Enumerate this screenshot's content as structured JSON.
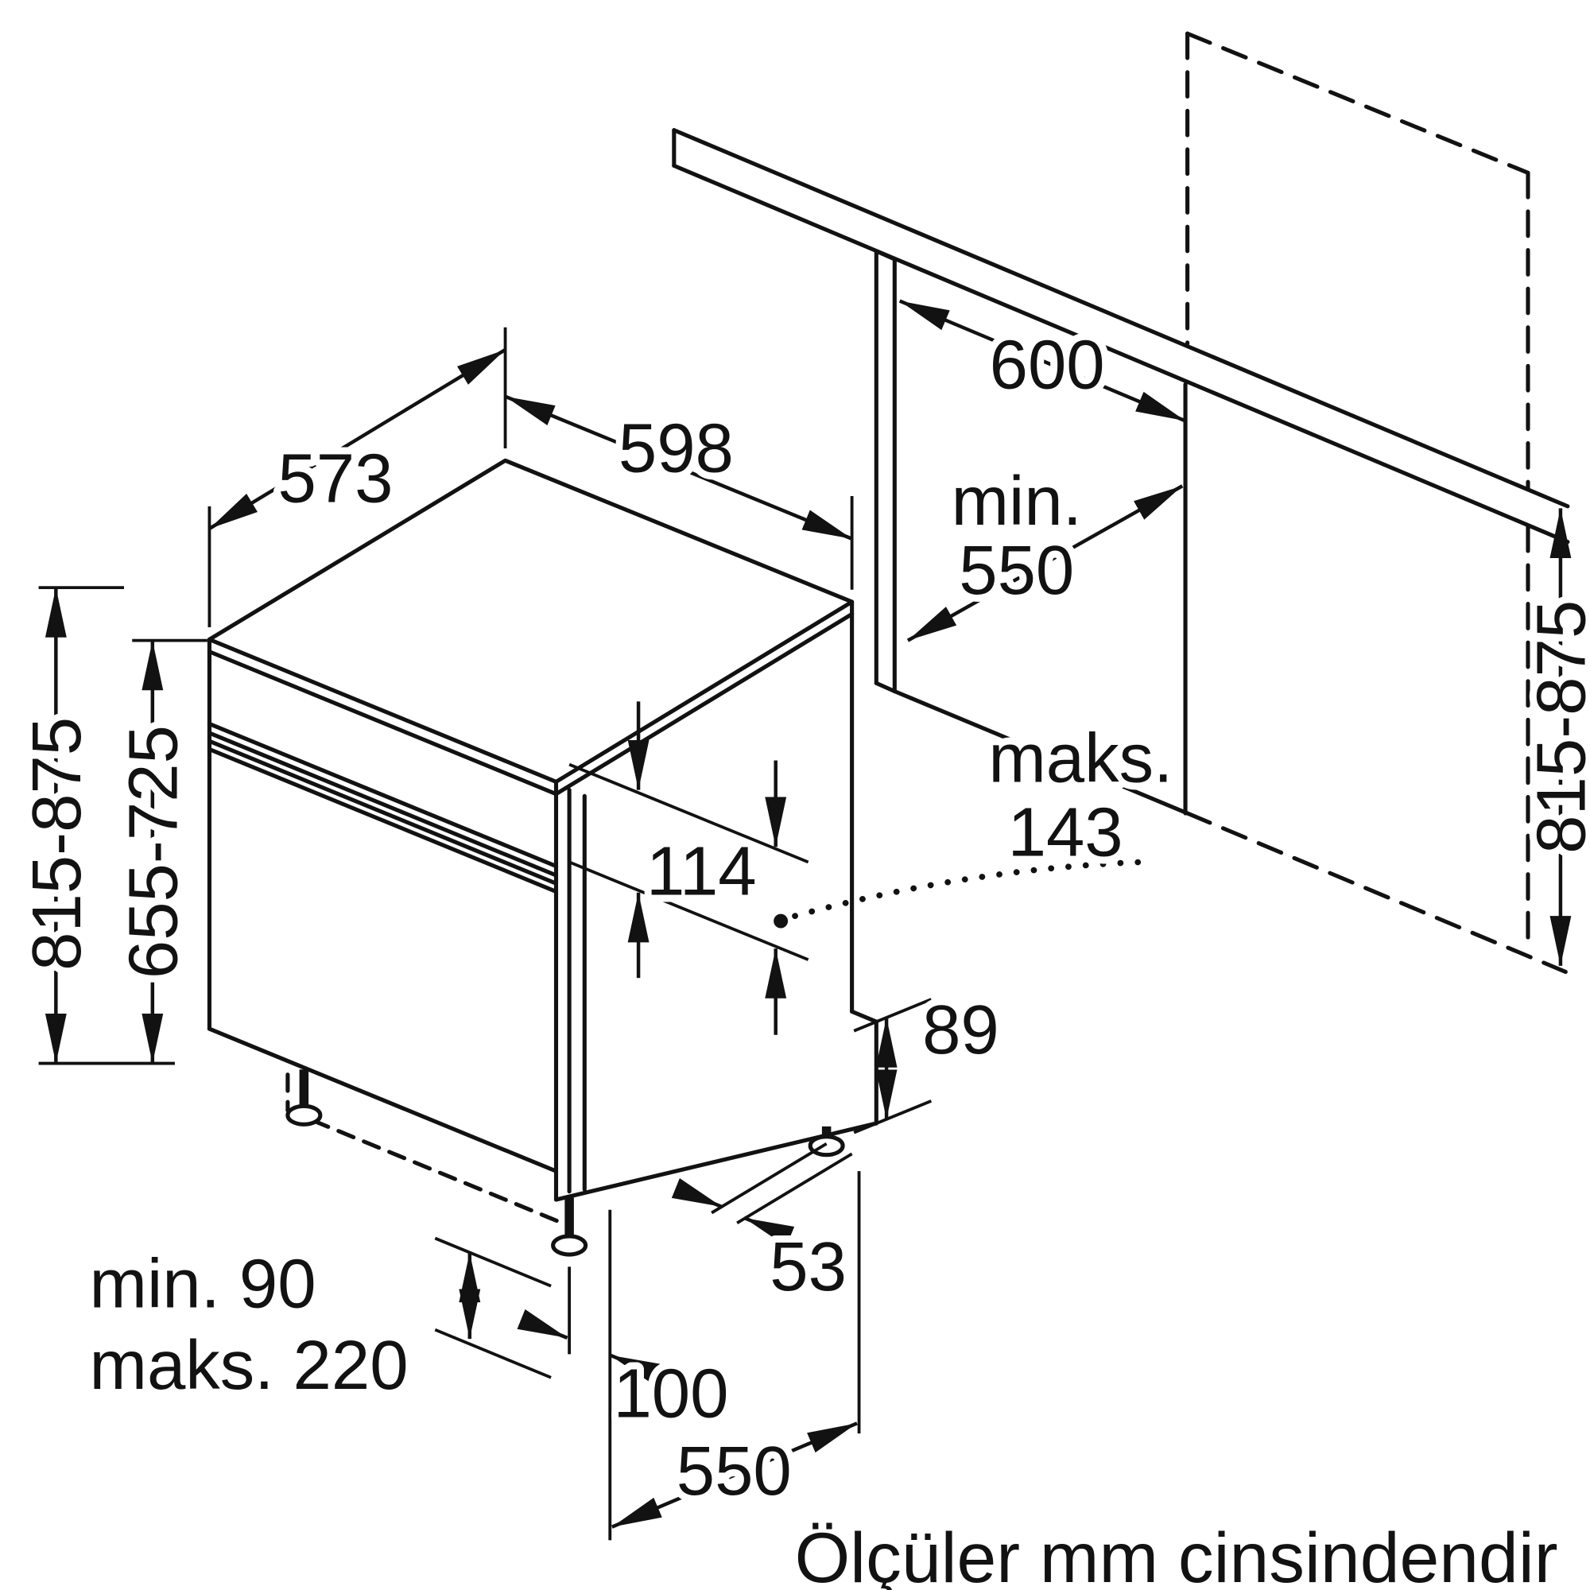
{
  "diagram": {
    "footer": "Ölçüler mm cinsindendir",
    "dims": {
      "top_depth": "573",
      "top_width": "598",
      "counter_depth": "600",
      "niche_min_prefix": "min.",
      "niche_min_value": "550",
      "counter_height_left": "815-875",
      "appliance_height": "655-725",
      "counter_height_right": "815-875",
      "panel_height": "114",
      "door_max_prefix": "maks.",
      "door_max_value": "143",
      "rear_clearance": "89",
      "rear_foot_offset": "53",
      "plinth_min": "min. 90",
      "plinth_max": "maks. 220",
      "front_foot_offset": "100",
      "base_depth": "550"
    }
  }
}
